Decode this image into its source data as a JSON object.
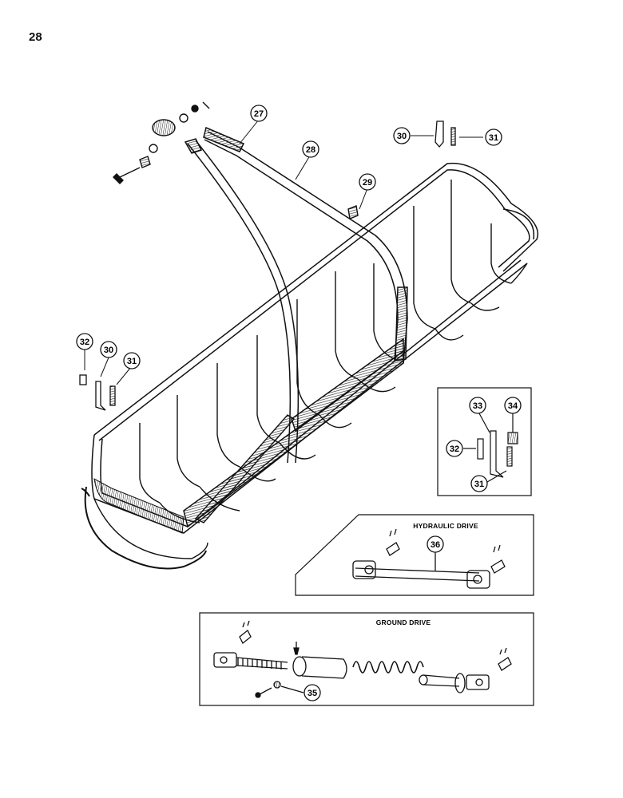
{
  "page_number": "28",
  "callouts": {
    "c27": "27",
    "c28": "28",
    "c29": "29",
    "c30a": "30",
    "c31a": "31",
    "c32a": "32",
    "c30b": "30",
    "c31b": "31",
    "c33": "33",
    "c34": "34",
    "c32b": "32",
    "c31c": "31",
    "c36": "36",
    "c35": "35"
  },
  "panels": {
    "hydraulic": "HYDRAULIC DRIVE",
    "ground": "GROUND DRIVE"
  }
}
